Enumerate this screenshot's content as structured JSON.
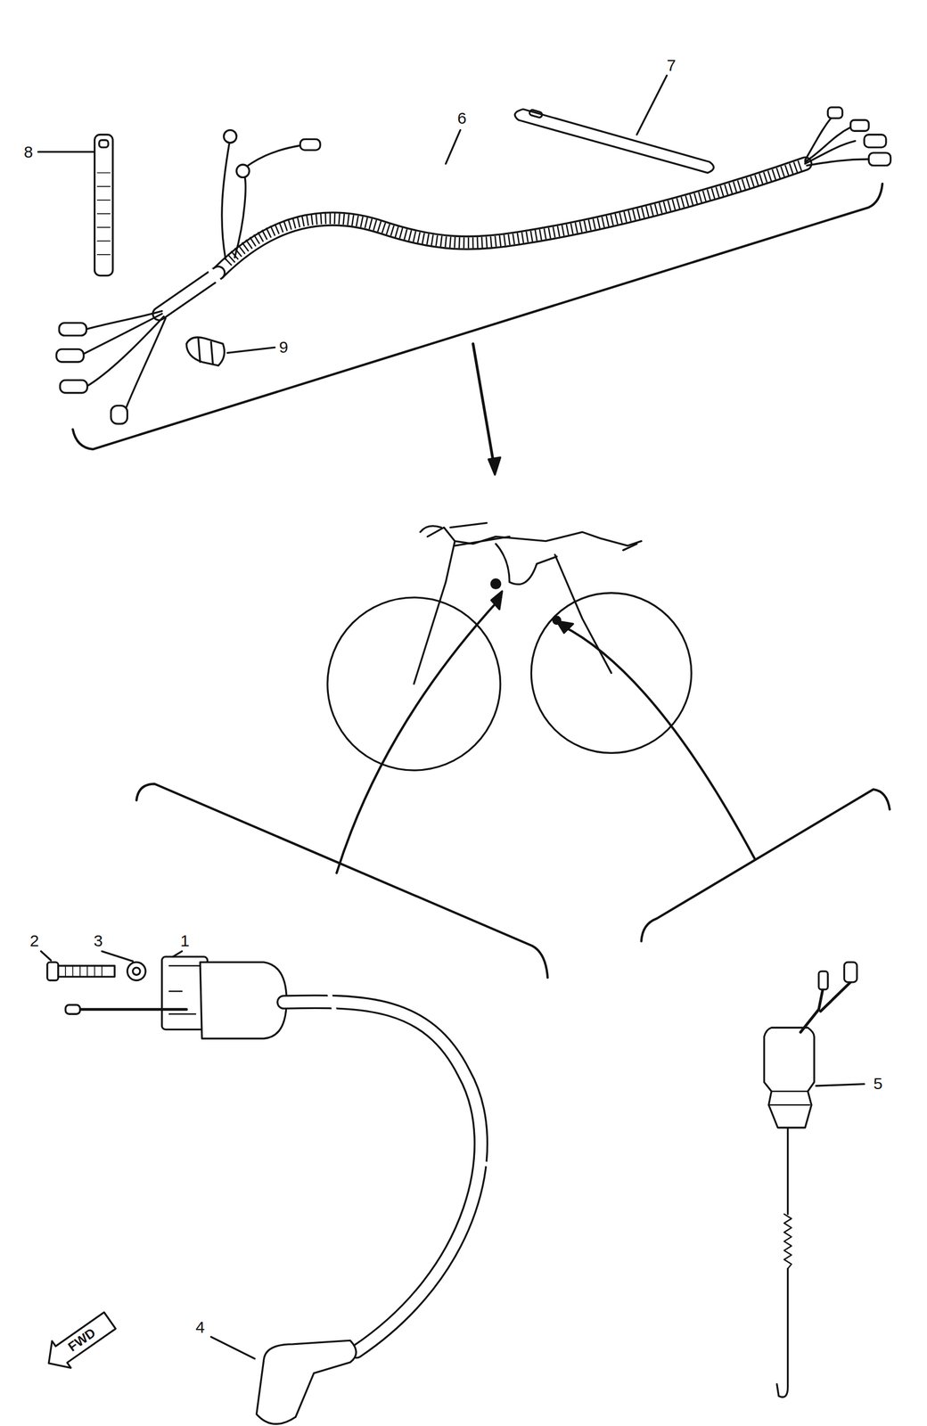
{
  "diagram": {
    "labels": [
      "7",
      "8",
      "6",
      "9",
      "2",
      "3",
      "1",
      "5",
      "4",
      "FWD"
    ]
  }
}
